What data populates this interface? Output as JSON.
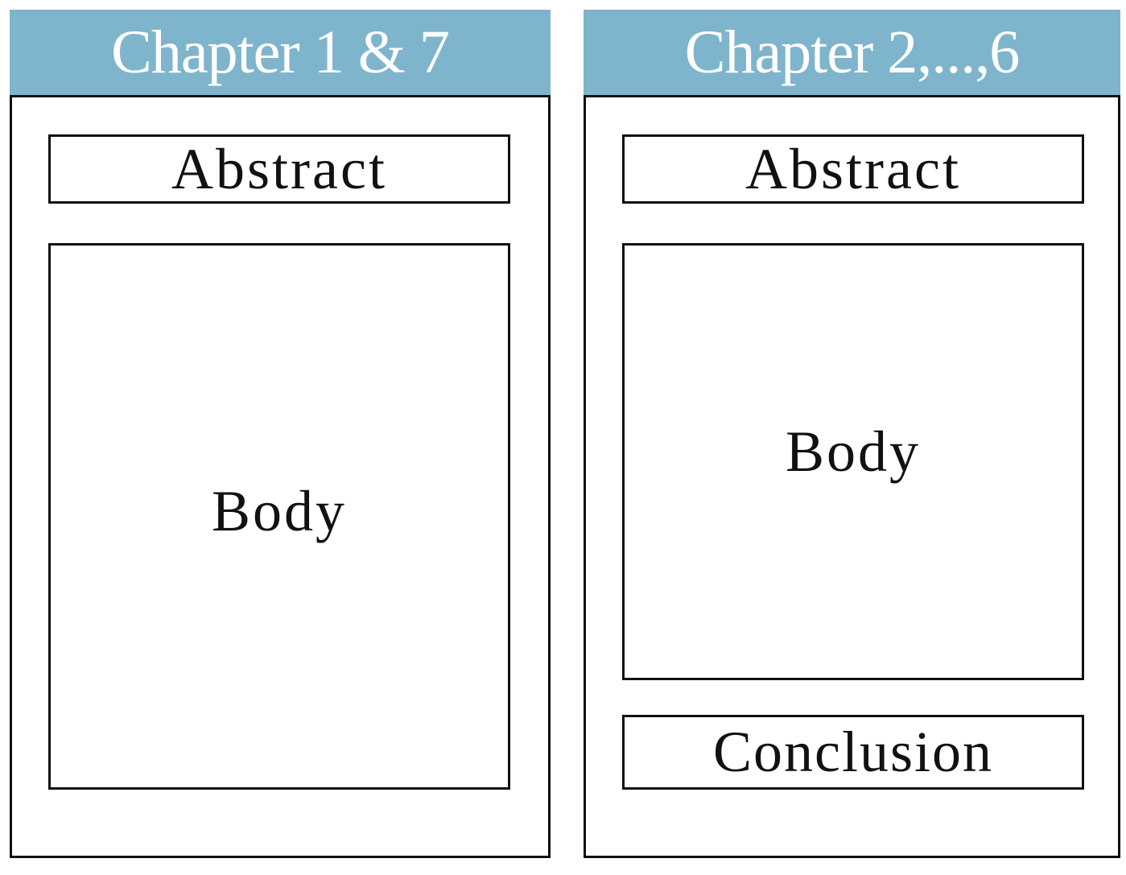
{
  "panels": [
    {
      "title": "Chapter 1 & 7",
      "sections": {
        "abstract": "Abstract",
        "body": "Body"
      }
    },
    {
      "title": "Chapter 2,...,6",
      "sections": {
        "abstract": "Abstract",
        "body": "Body",
        "conclusion": "Conclusion"
      }
    }
  ],
  "colors": {
    "header_background": "#7fb5cc",
    "header_text": "#ffffff",
    "border": "#111111"
  }
}
